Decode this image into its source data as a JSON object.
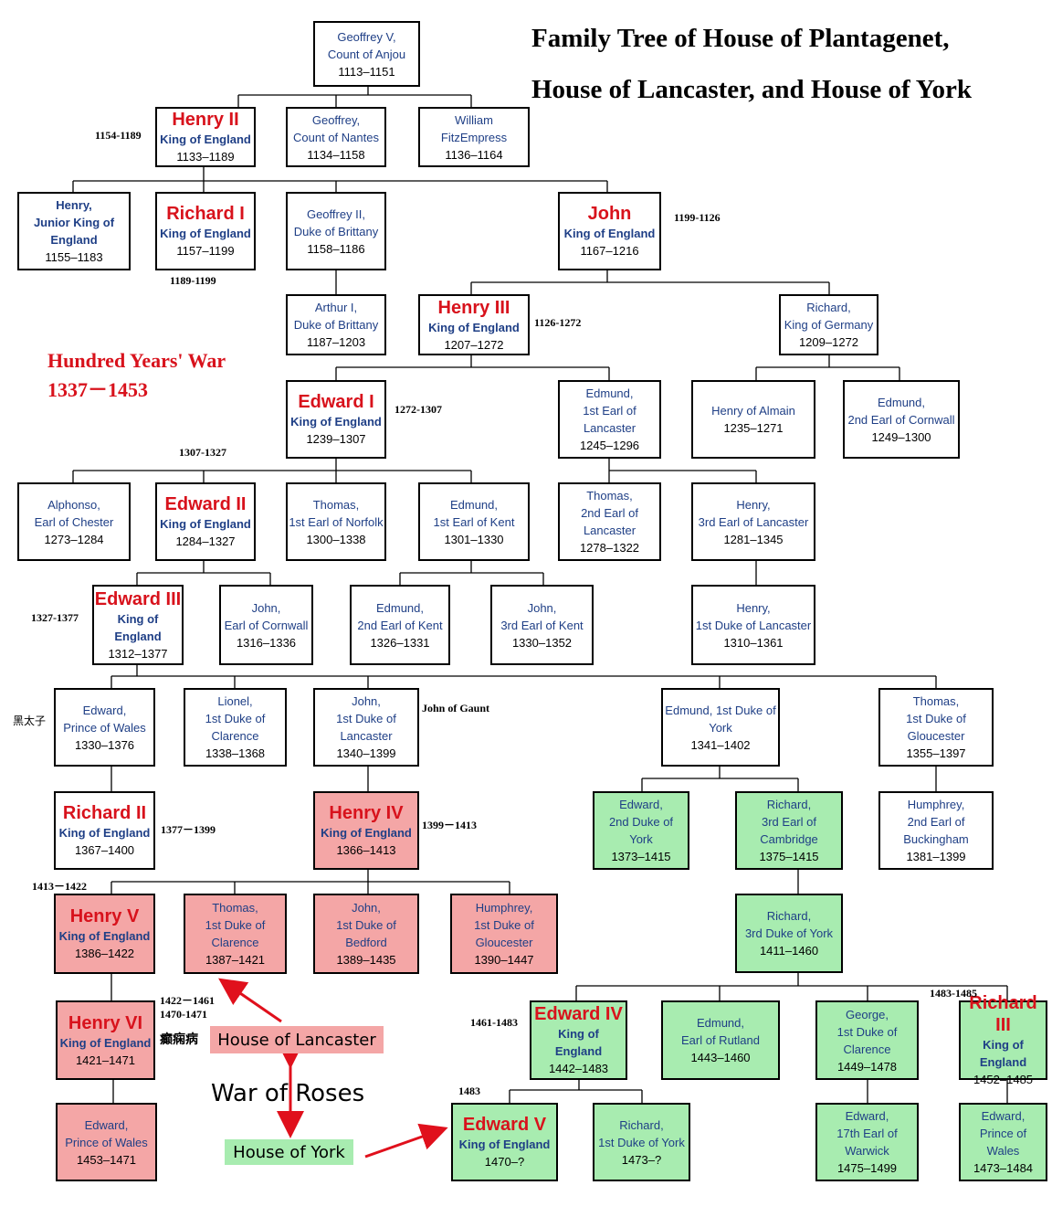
{
  "title": {
    "line1": "Family Tree of House of Plantagenet,",
    "line2": "House of Lancaster, and House of York"
  },
  "hundred_years_war": {
    "title": "Hundred Years' War",
    "years": "1337－1453"
  },
  "houses": {
    "lancaster": {
      "label": "House of Lancaster",
      "color": "#f4a6a6"
    },
    "york": {
      "label": "House of York",
      "color": "#a8ecb0"
    },
    "war": "War of Roses"
  },
  "colors": {
    "king_name": "#d8121c",
    "text_blue": "#1f3f86",
    "arrow": "#e0101c"
  },
  "people": {
    "geoffrey_v": {
      "lines": [
        "Geoffrey V,",
        "Count of Anjou"
      ],
      "years": "1113–1151"
    },
    "henry_ii": {
      "king": "Henry II",
      "title": "King of England",
      "years": "1133–1189"
    },
    "geoffrey_nantes": {
      "lines": [
        "Geoffrey,",
        "Count of Nantes"
      ],
      "years": "1134–1158"
    },
    "william_fitz": {
      "lines": [
        "William",
        "FitzEmpress"
      ],
      "years": "1136–1164"
    },
    "henry_young": {
      "bold_lines": [
        "Henry,",
        "Junior King of",
        "England"
      ],
      "years": "1155–1183"
    },
    "richard_i": {
      "king": "Richard I",
      "title": "King of England",
      "years": "1157–1199"
    },
    "geoffrey_ii": {
      "lines": [
        "Geoffrey II,",
        "Duke of Brittany"
      ],
      "years": "1158–1186"
    },
    "john": {
      "king": "John",
      "title": "King of England",
      "years": "1167–1216"
    },
    "arthur_i": {
      "lines": [
        "Arthur I,",
        "Duke of Brittany"
      ],
      "years": "1187–1203"
    },
    "henry_iii": {
      "king": "Henry III",
      "title": "King of England",
      "years": "1207–1272"
    },
    "richard_germany": {
      "lines": [
        "Richard,",
        "King of Germany"
      ],
      "years": "1209–1272"
    },
    "edward_i": {
      "king": "Edward I",
      "title": "King of England",
      "years": "1239–1307"
    },
    "edmund_lancaster": {
      "lines": [
        "Edmund,",
        "1st Earl of",
        "Lancaster"
      ],
      "years": "1245–1296"
    },
    "henry_almain": {
      "lines": [
        "Henry of Almain"
      ],
      "years": "1235–1271"
    },
    "edmund_cornwall": {
      "lines": [
        "Edmund,",
        "2nd Earl of Cornwall"
      ],
      "years": "1249–1300"
    },
    "alphonso": {
      "lines": [
        "Alphonso,",
        "Earl of Chester"
      ],
      "years": "1273–1284"
    },
    "edward_ii": {
      "king": "Edward II",
      "title": "King of England",
      "years": "1284–1327"
    },
    "thomas_norfolk": {
      "lines": [
        "Thomas,",
        "1st Earl of Norfolk"
      ],
      "years": "1300–1338"
    },
    "edmund_kent": {
      "lines": [
        "Edmund,",
        "1st Earl of Kent"
      ],
      "years": "1301–1330"
    },
    "thomas_lancaster": {
      "lines": [
        "Thomas,",
        "2nd Earl of",
        "Lancaster"
      ],
      "years": "1278–1322"
    },
    "henry_3rd_lancaster": {
      "lines": [
        "Henry,",
        "3rd Earl of Lancaster"
      ],
      "years": "1281–1345"
    },
    "edward_iii": {
      "king": "Edward III",
      "title_lines": [
        "King of",
        "England"
      ],
      "years": "1312–1377"
    },
    "john_cornwall": {
      "lines": [
        "John,",
        "Earl of Cornwall"
      ],
      "years": "1316–1336"
    },
    "edmund_2nd_kent": {
      "lines": [
        "Edmund,",
        "2nd Earl of Kent"
      ],
      "years": "1326–1331"
    },
    "john_3rd_kent": {
      "lines": [
        "John,",
        "3rd Earl of Kent"
      ],
      "years": "1330–1352"
    },
    "henry_duke_lancaster": {
      "lines": [
        "Henry,",
        "1st Duke of Lancaster"
      ],
      "years": "1310–1361"
    },
    "edward_black_prince": {
      "lines": [
        "Edward,",
        "Prince of Wales"
      ],
      "years": "1330–1376"
    },
    "lionel": {
      "lines": [
        "Lionel,",
        "1st Duke of",
        "Clarence"
      ],
      "years": "1338–1368"
    },
    "john_gaunt": {
      "lines": [
        "John,",
        "1st Duke of",
        "Lancaster"
      ],
      "years": "1340–1399"
    },
    "edmund_york": {
      "lines": [
        "Edmund, 1st Duke of",
        "York"
      ],
      "years": "1341–1402"
    },
    "thomas_gloucester": {
      "lines": [
        "Thomas,",
        "1st Duke of",
        "Gloucester"
      ],
      "years": "1355–1397"
    },
    "richard_ii": {
      "king": "Richard II",
      "title": "King of England",
      "years": "1367–1400"
    },
    "henry_iv": {
      "king": "Henry IV",
      "title": "King of England",
      "years": "1366–1413"
    },
    "edward_2nd_york": {
      "lines": [
        "Edward,",
        "2nd Duke of",
        "York"
      ],
      "years": "1373–1415"
    },
    "richard_cambridge": {
      "lines": [
        "Richard,",
        "3rd Earl of",
        "Cambridge"
      ],
      "years": "1375–1415"
    },
    "humphrey_buckingham": {
      "lines": [
        "Humphrey,",
        "2nd Earl of",
        "Buckingham"
      ],
      "years": "1381–1399"
    },
    "henry_v": {
      "king": "Henry V",
      "title": "King of England",
      "years": "1386–1422"
    },
    "thomas_clarence": {
      "lines": [
        "Thomas,",
        "1st Duke of",
        "Clarence"
      ],
      "years": "1387–1421"
    },
    "john_bedford": {
      "lines": [
        "John,",
        "1st Duke of",
        "Bedford"
      ],
      "years": "1389–1435"
    },
    "humphrey_gloucester": {
      "lines": [
        "Humphrey,",
        "1st Duke of",
        "Gloucester"
      ],
      "years": "1390–1447"
    },
    "richard_3rd_york": {
      "lines": [
        "Richard,",
        "3rd Duke of York"
      ],
      "years": "1411–1460"
    },
    "henry_vi": {
      "king": "Henry VI",
      "title": "King of England",
      "years": "1421–1471"
    },
    "edward_iv": {
      "king": "Edward IV",
      "title_lines": [
        "King of",
        "England"
      ],
      "years": "1442–1483"
    },
    "edmund_rutland": {
      "lines": [
        "Edmund,",
        "Earl of Rutland"
      ],
      "years": "1443–1460"
    },
    "george_clarence": {
      "lines": [
        "George,",
        "1st Duke of",
        "Clarence"
      ],
      "years": "1449–1478"
    },
    "richard_iii": {
      "king": "Richard III",
      "title_lines": [
        "King of",
        "England"
      ],
      "years": "1452–1485"
    },
    "edward_prince_1453": {
      "lines": [
        "Edward,",
        "Prince of Wales"
      ],
      "years": "1453–1471"
    },
    "edward_v": {
      "king": "Edward V",
      "title": "King of England",
      "years": "1470–?"
    },
    "richard_duke_york": {
      "lines": [
        "Richard,",
        "1st Duke of York"
      ],
      "years": "1473–?"
    },
    "edward_warwick": {
      "lines": [
        "Edward,",
        "17th Earl of",
        "Warwick"
      ],
      "years": "1475–1499"
    },
    "edward_prince_1473": {
      "lines": [
        "Edward,",
        "Prince of",
        "Wales"
      ],
      "years": "1473–1484"
    }
  },
  "notes": {
    "henry_ii": "1154-1189",
    "richard_i": "1189-1199",
    "john": "1199-1126",
    "henry_iii": "1126-1272",
    "edward_i": "1272-1307",
    "edward_ii": "1307-1327",
    "edward_iii": "1327-1377",
    "black_prince": "黑太子",
    "john_gaunt": "John of Gaunt",
    "richard_ii": "1377－1399",
    "henry_iv": "1399－1413",
    "henry_v": "1413－1422",
    "henry_vi_1": "1422－1461",
    "henry_vi_2": "1470-1471",
    "henry_vi_illness": "癫痫病",
    "edward_iv": "1461-1483",
    "edward_v": "1483",
    "richard_iii": "1483-1485"
  }
}
